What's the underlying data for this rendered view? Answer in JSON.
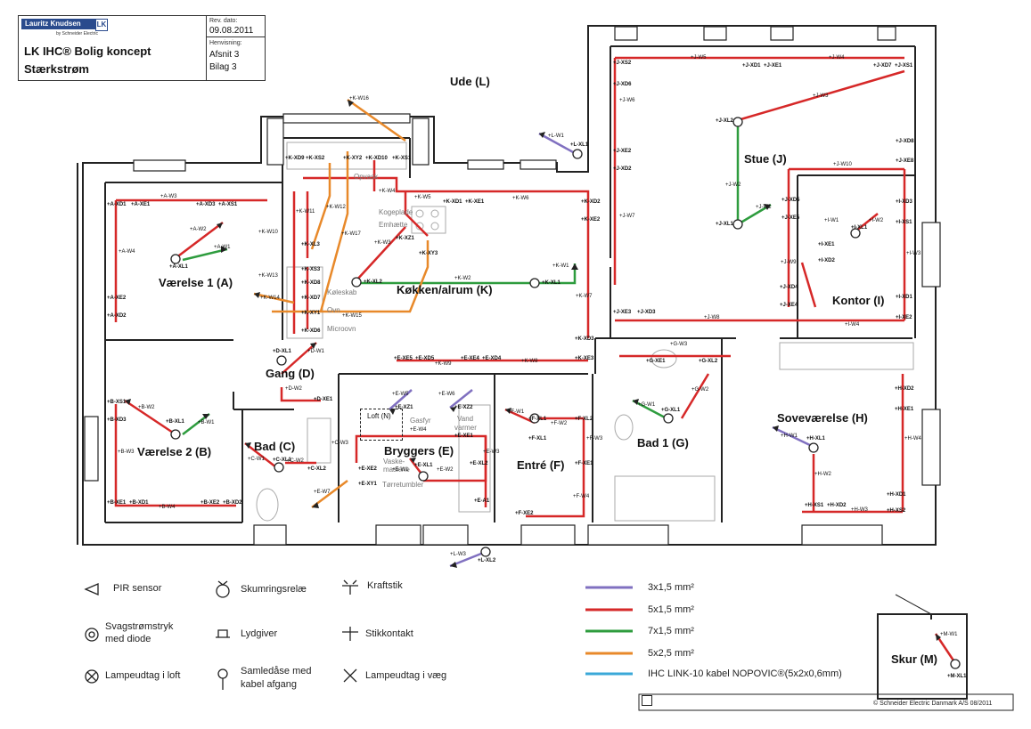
{
  "title_block": {
    "brand": "Lauritz Knudsen",
    "brand_mark": "LK",
    "brand_sub": "by Schneider Electric",
    "title_line1": "LK IHC® Bolig koncept",
    "title_line2": "Stærkstrøm",
    "rev_label": "Rev. dato:",
    "rev_date": "09.08.2011",
    "ref_label": "Henvisning:",
    "ref_line1": "Afsnit 3",
    "ref_line2": "Bilag 3"
  },
  "rooms": {
    "ude": "Ude (L)",
    "vaerelse1": "Værelse 1 (A)",
    "koekken": "Køkken/alrum (K)",
    "stue": "Stue (J)",
    "kontor": "Kontor (I)",
    "gang": "Gang (D)",
    "vaerelse2": "Værelse 2 (B)",
    "bad": "Bad (C)",
    "bryggers": "Bryggers (E)",
    "entre": "Entré (F)",
    "bad1": "Bad 1 (G)",
    "sovevaerelse": "Soveværelse (H)",
    "skur": "Skur (M)"
  },
  "notes": {
    "opvask": "Opvask",
    "kogeplade": "Kogeplade",
    "emhaette": "Emhætte",
    "koeleskab": "Køleskab",
    "ovn": "Ovn",
    "microovn": "Microovn",
    "loft": "Loft (N)",
    "gasfyr": "Gasfyr",
    "vandvarmer1": "Vand",
    "vandvarmer2": "varmer",
    "vaskemaskine1": "Vaske-",
    "vaskemaskine2": "maskine",
    "toerretumbler": "Tørretumbler"
  },
  "devices": {
    "a_xd1": "+A-XD1",
    "a_xe1": "+A-XE1",
    "a_xd3": "+A-XD3",
    "a_xs1": "+A-XS1",
    "a_xe2": "+A-XE2",
    "a_xd2": "+A-XD2",
    "a_xl1": "+A-XL1",
    "k_xd9": "+K-XD9",
    "k_xs2": "+K-XS2",
    "k_xy2": "+K-XY2",
    "k_xd10": "+K-XD10",
    "k_xs1": "+K-XS1",
    "k_xd1": "+K-XD1",
    "k_xe1": "+K-XE1",
    "k_xd2": "+K-XD2",
    "k_xe2": "+K-XE2",
    "k_xl3": "+K-XL3",
    "k_xs3": "+K-XS3",
    "k_xd8": "+K-XD8",
    "k_xd7": "+K-XD7",
    "k_xy1": "+K-XY1",
    "k_xd6": "+K-XD6",
    "k_xl2": "+K-XL2",
    "k_xl1": "+K-XL1",
    "k_xz1": "+K-XZ1",
    "k_xy3": "+K-XY3",
    "k_xd3": "+K-XD3",
    "k_xe3": "+K-XE3",
    "l_xl1": "+L-XL1",
    "l_xl2": "+L-XL2",
    "j_xs2": "+J-XS2",
    "j_xd6": "+J-XD6",
    "j_xd1": "+J-XD1",
    "j_xe1": "+J-XE1",
    "j_xd7": "+J-XD7",
    "j_xs1": "+J-XS1",
    "j_xl2": "+J-XL2",
    "j_xe2": "+J-XE2",
    "j_xd2": "+J-XD2",
    "j_xl1": "+J-XL1",
    "j_xd5": "+J-XD5",
    "j_xe5": "+J-XE5",
    "j_xd4": "+J-XD4",
    "j_xe4": "+J-XE4",
    "j_xe3": "+J-XE3",
    "j_xd3": "+J-XD3",
    "j_xd8": "+J-XD8",
    "j_xe8": "+J-XE8",
    "i_xd3": "+I-XD3",
    "i_xs1": "+I-XS1",
    "i_xe1": "+I-XE1",
    "i_xd2": "+I-XD2",
    "i_xl1": "+I-XL1",
    "i_xd1": "+I-XD1",
    "i_xe2": "+I-XE2",
    "d_xl1": "+D-XL1",
    "d_xe1": "+D-XE1",
    "b_xs1": "+B-XS1",
    "b_xd3": "+B-XD3",
    "b_xl1": "+B-XL1",
    "b_xe1": "+B-XE1",
    "b_xd1": "+B-XD1",
    "b_xe2": "+B-XE2",
    "b_xd2": "+B-XD2",
    "c_xl1": "+C-XL1",
    "c_xl2": "+C-XL2",
    "e_xe5": "+E-XE5",
    "e_xd5": "+E-XD5",
    "e_xe4": "+E-XE4",
    "e_xd4": "+E-XD4",
    "e_xz1": "+E-XZ1",
    "e_xz2": "+E-XZ2",
    "e_xe1": "+E-XE1",
    "e_xe2": "+E-XE2",
    "e_xy1": "+E-XY1",
    "e_xl1": "+E-XL1",
    "e_xl2": "+E-XL2",
    "e_xl3": "+E-A1",
    "f_xl1": "+F-XL1",
    "f_xl2": "+F-XL2",
    "f_xe1": "+F-XE1",
    "f_xe2": "+F-XE2",
    "g_xe1": "+G-XE1",
    "g_xl2": "+G-XL2",
    "g_xl1": "+G-XL1",
    "h_xd2": "+H-XD2",
    "h_xe1": "+H-XE1",
    "h_xl1": "+H-XL1",
    "h_xd1": "+H-XD1",
    "h_xs1": "+H-XS1",
    "h_xd2b": "+H-XD2",
    "h_xs2": "+H-XS2",
    "m_xl1": "+M-XL1"
  },
  "wires": {
    "a_w3": "+A-W3",
    "a_w4": "+A-W4",
    "a_w2": "+A-W2",
    "a_w1": "+A-W1",
    "k_w16": "+K-W16",
    "k_w12": "+K-W12",
    "k_w11": "+K-W11",
    "k_w17": "+K-W17",
    "k_w10": "+K-W10",
    "k_w13": "+K-W13",
    "k_w14": "+K-W14",
    "k_w4": "+K-W4",
    "k_w5": "+K-W5",
    "k_w6": "+K-W6",
    "k_w3": "+K-W3",
    "k_w2": "+K-W2",
    "k_w1": "+K-W1",
    "k_w15": "+K-W15",
    "k_w7": "+K-W7",
    "k_w8": "+K-W8",
    "k_w9": "+K-W9",
    "l_w1": "+L-W1",
    "l_w3": "+L-W3",
    "j_w5": "+J-W5",
    "j_w4": "+J-W4",
    "j_w6": "+J-W6",
    "j_w3": "+J-W3",
    "j_w2": "+J-W2",
    "j_w1": "+J-W1",
    "j_w10": "+J-W10",
    "j_w7": "+J-W7",
    "j_w9": "+J-W9",
    "j_w8": "+J-W8",
    "i_w1": "+I-W1",
    "i_w2": "+I-W2",
    "i_w3": "+I-W3",
    "i_w4": "+I-W4",
    "d_w1": "+D-W1",
    "d_w2": "+D-W2",
    "b_w2": "+B-W2",
    "b_w1": "+B-W1",
    "b_w3": "+B-W3",
    "b_w4": "+B-W4",
    "c_w1": "+C-W1",
    "c_w2": "+C-W2",
    "c_w3": "+C-W3",
    "e_w5": "+E-W5",
    "e_w6": "+E-W6",
    "e_w4": "+E-W4",
    "e_w1": "+E-W1",
    "e_w2": "+E-W2",
    "e_w3": "+E-W3",
    "e_w7": "+E-W7",
    "f_w1": "+F-W1",
    "f_w2": "+F-W2",
    "f_w3": "+F-W3",
    "f_w4": "+F-W4",
    "g_w1": "+G-W1",
    "g_w2": "+G-W2",
    "g_w3": "+G-W3",
    "h_w1": "+H-W1",
    "h_w2": "+H-W2",
    "h_w3": "+H-W3",
    "h_w4": "+H-W4",
    "m_w1": "+M-W1"
  },
  "legend": {
    "pir": "PIR sensor",
    "skumring": "Skumringsrelæ",
    "kraftstik": "Kraftstik",
    "svagstroem1": "Svagstrømstryk",
    "svagstroem2": "med diode",
    "lydgiver": "Lydgiver",
    "stikkontakt": "Stikkontakt",
    "lampeloft": "Lampeudtag i loft",
    "samledaase1": "Samledåse med",
    "samledaase2": "kabel afgang",
    "lampevaeg": "Lampeudtag i væg"
  },
  "cables": [
    {
      "label": "3x1,5 mm²",
      "color": "#8070c0"
    },
    {
      "label": "5x1,5 mm²",
      "color": "#d62828"
    },
    {
      "label": "7x1,5 mm²",
      "color": "#2e9c3e"
    },
    {
      "label": "5x2,5 mm²",
      "color": "#e8892a"
    },
    {
      "label": "IHC LINK-10 kabel NOPOVIC®(5x2x0,6mm)",
      "color": "#3aa8d8"
    }
  ],
  "footer": {
    "copyright": "© Schneider Electric Danmark A/S 08/2011"
  }
}
